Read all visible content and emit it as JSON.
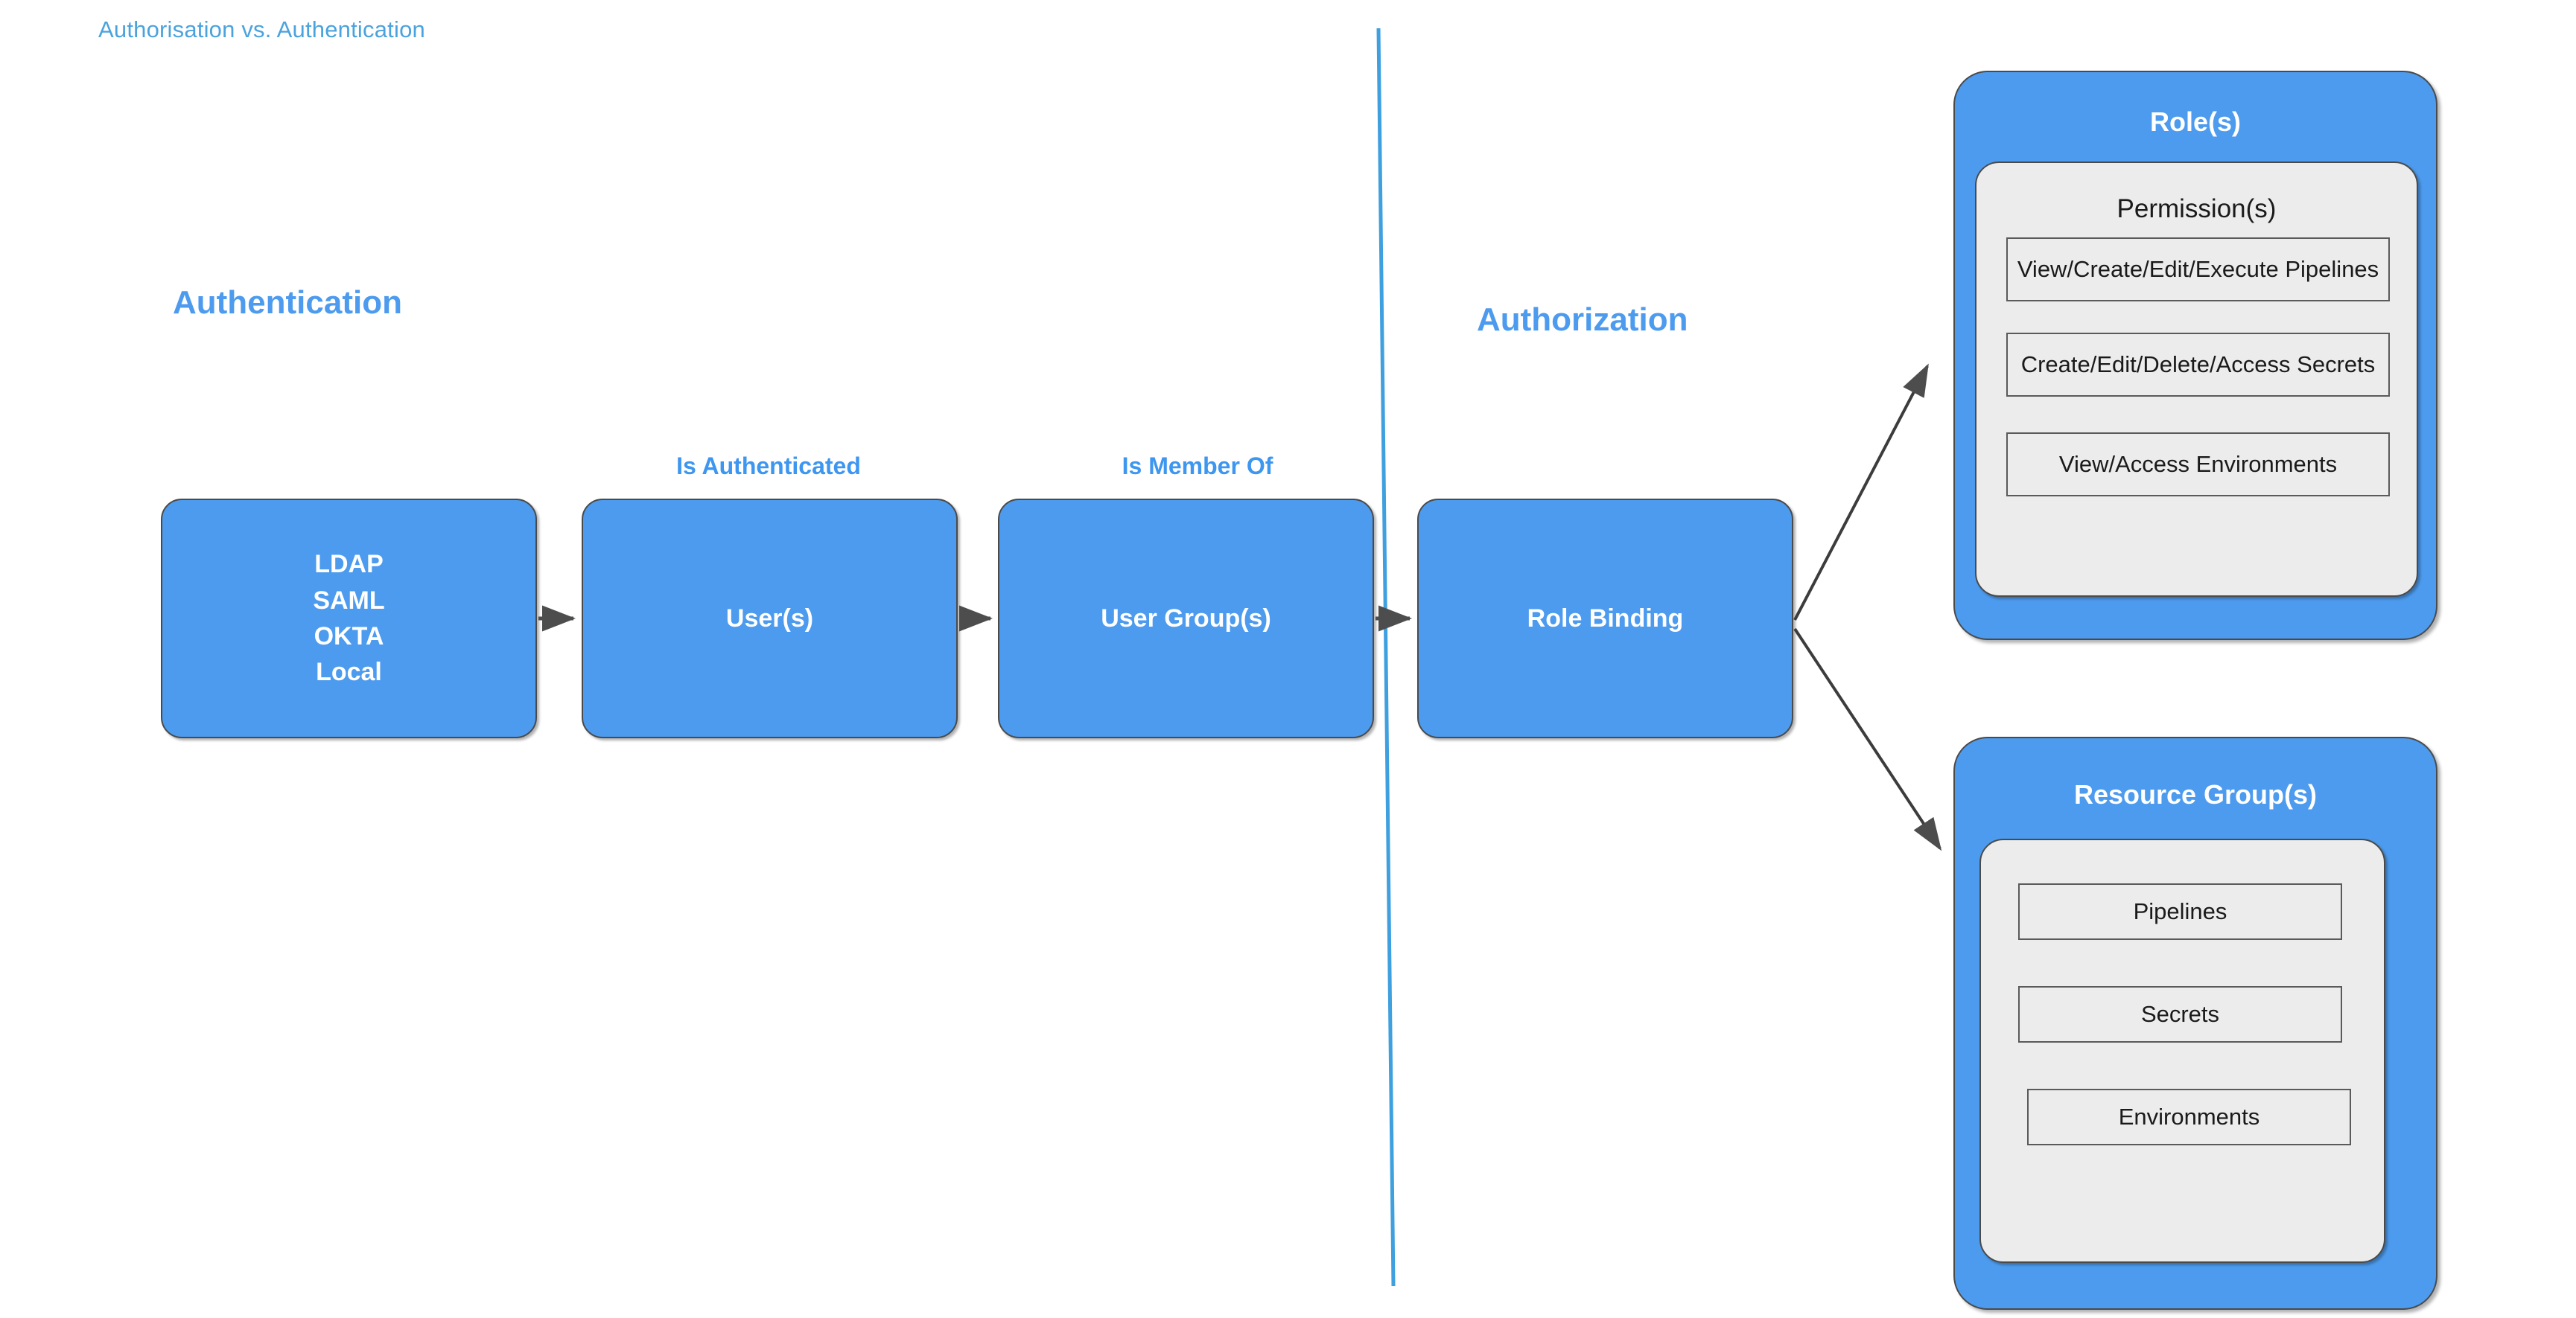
{
  "title": "Authorisation vs. Authentication",
  "sections": {
    "authentication": "Authentication",
    "authorization": "Authorization"
  },
  "edge_labels": {
    "is_authenticated": "Is Authenticated",
    "is_member_of": "Is Member Of"
  },
  "flow": {
    "identity_providers": {
      "lines": [
        "LDAP",
        "SAML",
        "OKTA",
        "Local"
      ]
    },
    "users": {
      "label": "User(s)"
    },
    "user_groups": {
      "label": "User Group(s)"
    },
    "role_binding": {
      "label": "Role Binding"
    }
  },
  "roles_panel": {
    "title": "Role(s)",
    "card_title": "Permission(s)",
    "permissions": [
      "View/Create/Edit/Execute Pipelines",
      "Create/Edit/Delete/Access Secrets",
      "View/Access Environments"
    ]
  },
  "resource_groups_panel": {
    "title": "Resource Group(s)",
    "resources": [
      "Pipelines",
      "Secrets",
      "Environments"
    ]
  },
  "colors": {
    "title_blue": "#4aa3dd",
    "heading_blue": "#4d9bee",
    "box_blue": "#4d9bee",
    "card_grey": "#ececec",
    "stroke_dark": "#4a4a4a",
    "arrow_grey": "#4d4d4d",
    "divider_blue": "#3fa0e0"
  }
}
